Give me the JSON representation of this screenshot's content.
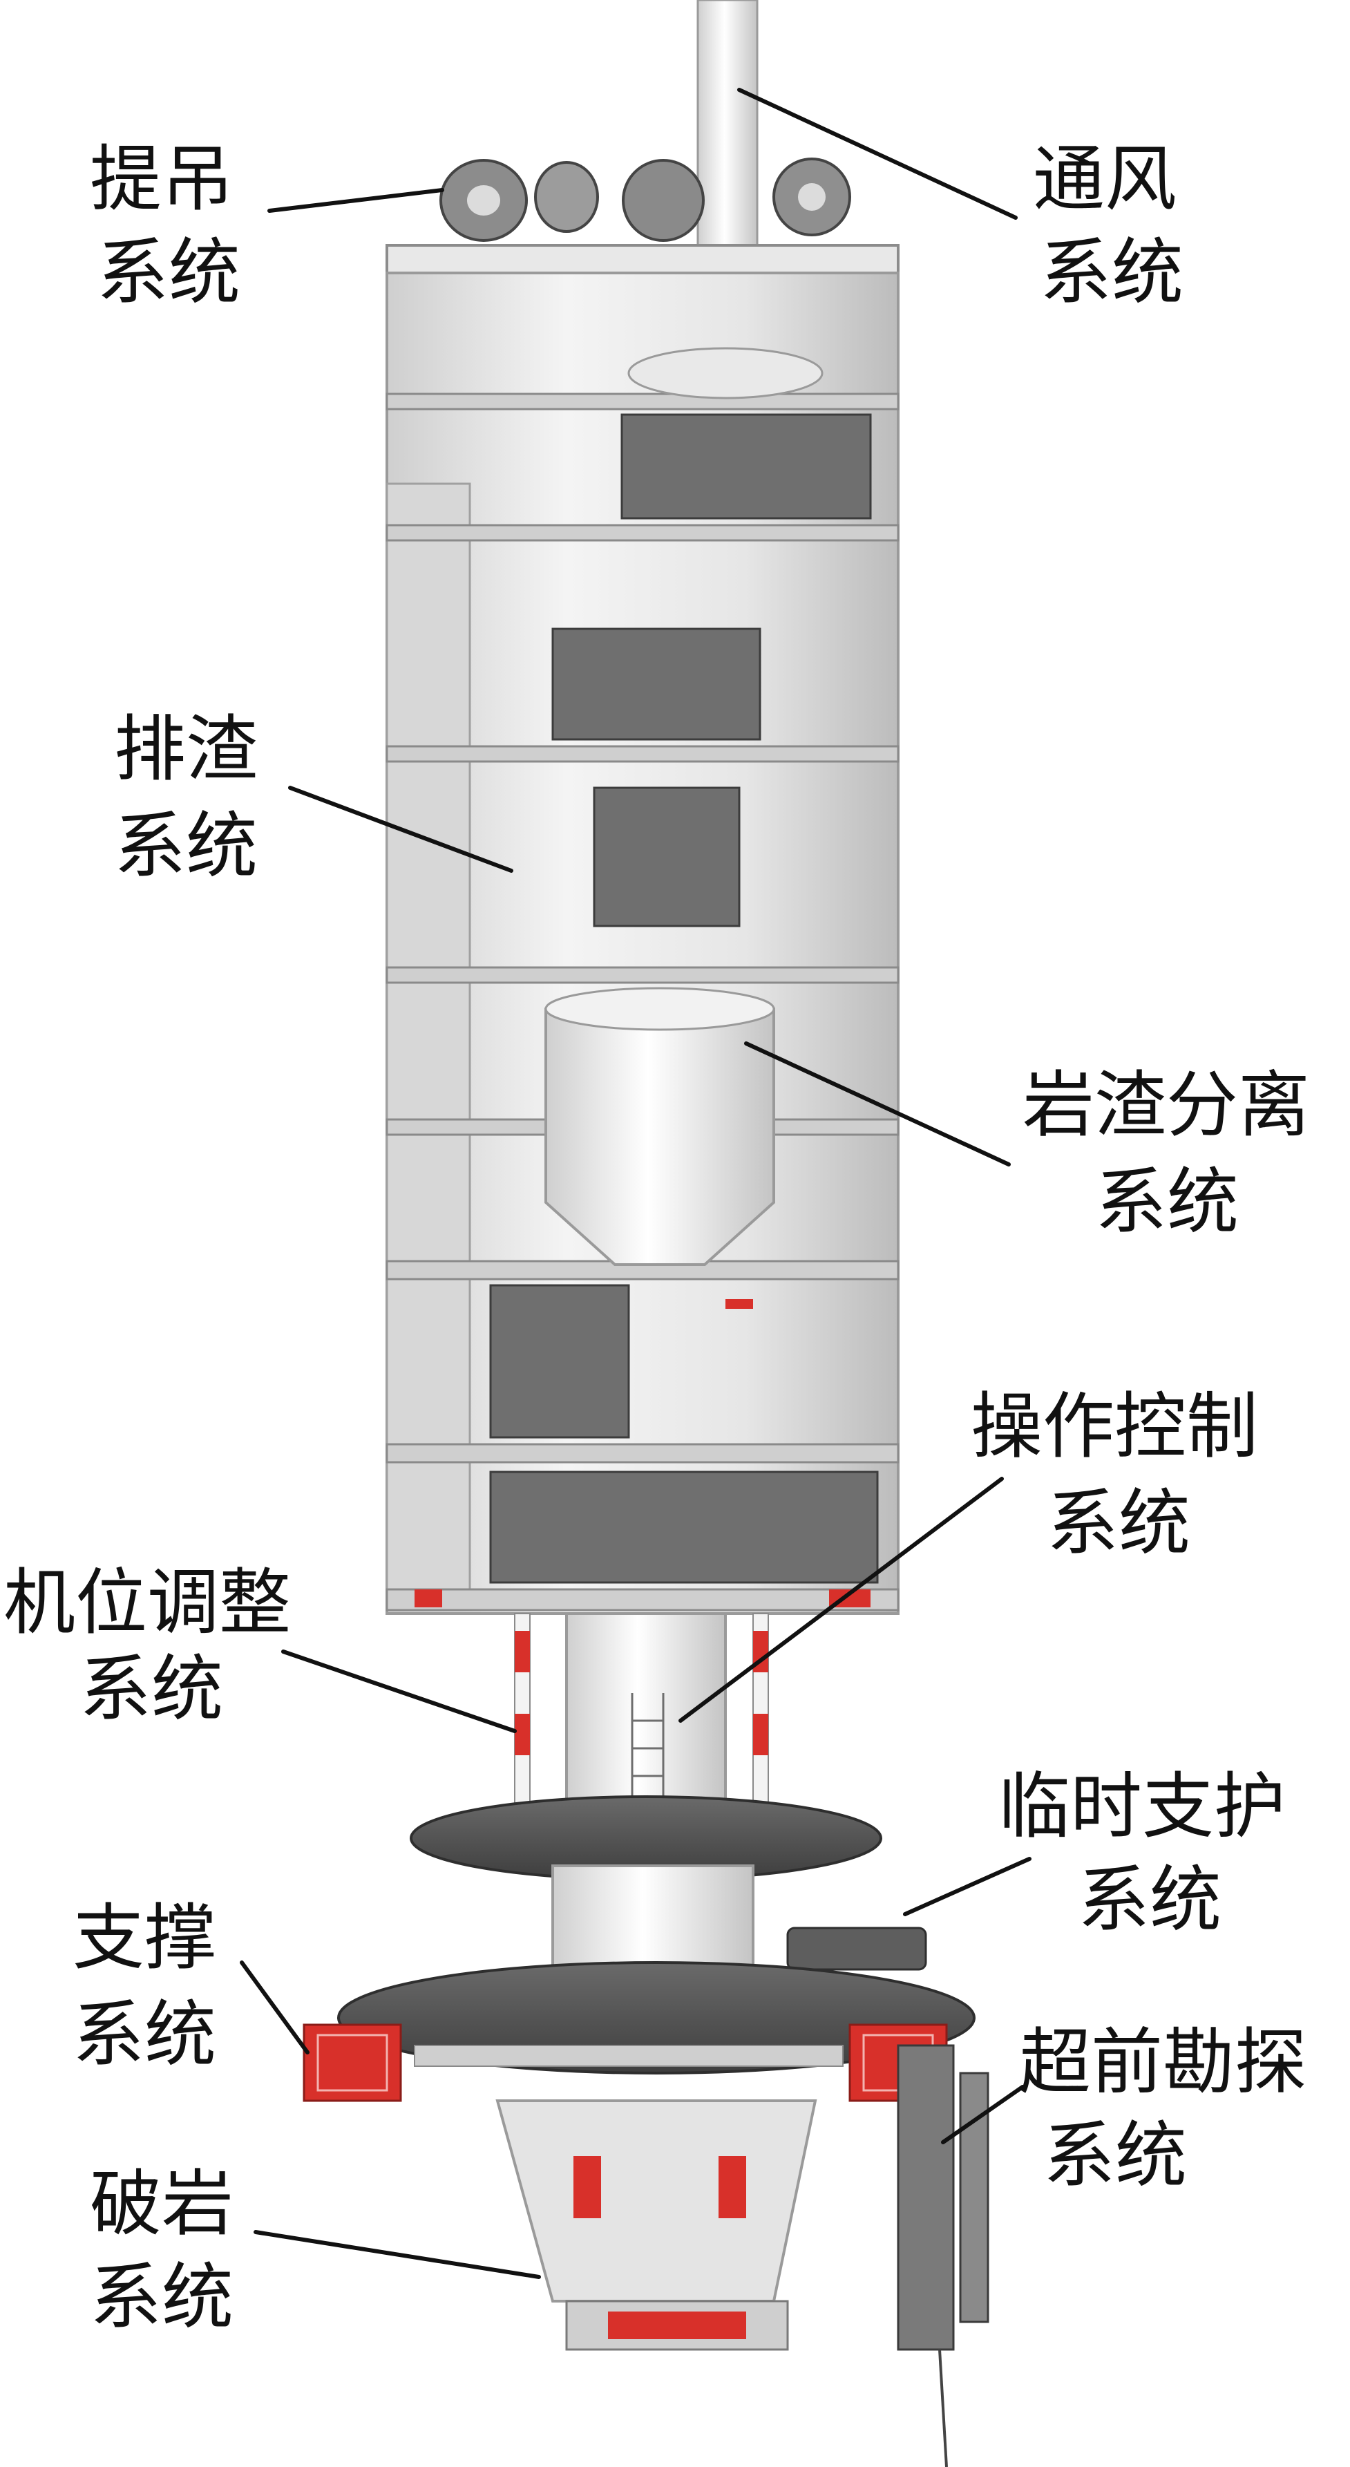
{
  "callouts": [
    {
      "id": "hoist",
      "line1": "提吊",
      "line2": "系统"
    },
    {
      "id": "ventilation",
      "line1": "通风",
      "line2": "系统"
    },
    {
      "id": "muck-removal",
      "line1": "排渣",
      "line2": "系统"
    },
    {
      "id": "rock-muck-separation",
      "line1": "岩渣分离",
      "line2": "系统"
    },
    {
      "id": "operation-control",
      "line1": "操作控制",
      "line2": "系统"
    },
    {
      "id": "position-adjustment",
      "line1": "机位调整",
      "line2": "系统"
    },
    {
      "id": "temporary-support",
      "line1": "临时支护",
      "line2": "系统"
    },
    {
      "id": "bracing",
      "line1": "支撑",
      "line2": "系统"
    },
    {
      "id": "advance-exploration",
      "line1": "超前勘探",
      "line2": "系统"
    },
    {
      "id": "rock-breaking",
      "line1": "破岩",
      "line2": "系统"
    }
  ],
  "colors": {
    "structure": "#d9d9d9",
    "structure_light": "#f0f0f0",
    "structure_dark": "#6e6e6e",
    "deck": "#555555",
    "accent_red": "#d8302a",
    "text": "#111111"
  }
}
